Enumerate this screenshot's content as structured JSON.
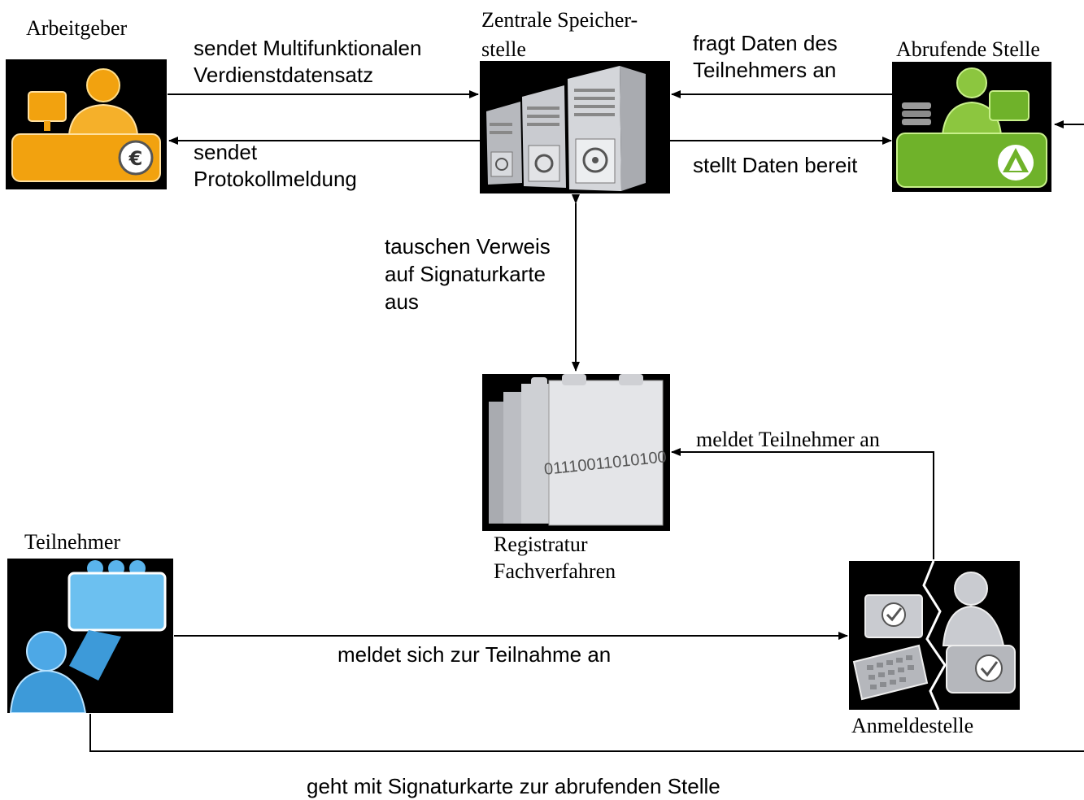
{
  "nodes": {
    "employer": {
      "label": "Arbeitgeber"
    },
    "central_storage": {
      "label_line1": "Zentrale Speicher-",
      "label_line2": "stelle"
    },
    "retrieving_office": {
      "label": "Abrufende Stelle"
    },
    "registry": {
      "label_line1": "Registratur",
      "label_line2": "Fachverfahren",
      "binary_text": "01110011010100"
    },
    "participant": {
      "label": "Teilnehmer"
    },
    "registration_office": {
      "label": "Anmeldestelle"
    }
  },
  "edges": {
    "employer_to_storage": {
      "line1": "sendet Multifunktionalen",
      "line2": "Verdienstdatensatz"
    },
    "storage_to_employer": {
      "line1": "sendet",
      "line2": "Protokollmeldung"
    },
    "office_to_storage": {
      "line1": "fragt Daten des",
      "line2": "Teilnehmers an"
    },
    "storage_to_office": {
      "label": "stellt Daten bereit"
    },
    "storage_registry": {
      "line1": "tauschen Verweis",
      "line2": "auf Signaturkarte",
      "line3": "aus"
    },
    "registration_to_registry": {
      "label": "meldet Teilnehmer an"
    },
    "participant_to_registration": {
      "label": "meldet sich zur Teilnahme an"
    },
    "participant_to_office": {
      "label": "geht mit Signaturkarte zur abrufenden Stelle"
    }
  },
  "colors": {
    "employer_accent": "#f2a20f",
    "office_accent": "#6fb22a",
    "participant_accent": "#3d9ad9",
    "server_gray": "#c9cbd0",
    "background": "#000000"
  }
}
